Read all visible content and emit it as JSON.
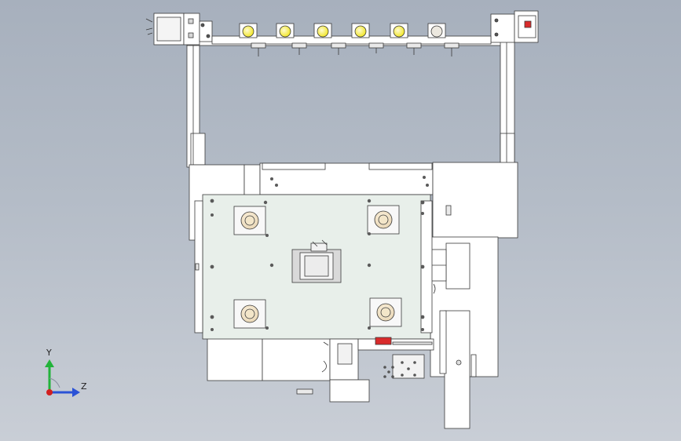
{
  "triad": {
    "y_label": "Y",
    "z_label": "Z"
  },
  "colors": {
    "background_top": "#a7b0bd",
    "background_bottom": "#c9ced6",
    "part_fill": "#ffffff",
    "plate_fill": "#e8efea",
    "outline": "#3a3a3a",
    "indicator_lamp_on": "#f6ef3a",
    "indicator_lamp_off": "#ece8df",
    "warning_block": "#d92b2b",
    "axis_y": "#22b33a",
    "axis_z": "#2a52d6",
    "axis_origin": "#d21f1f"
  },
  "indicator_lamps": [
    {
      "state": "on"
    },
    {
      "state": "on"
    },
    {
      "state": "on"
    },
    {
      "state": "on"
    },
    {
      "state": "on"
    },
    {
      "state": "off"
    }
  ]
}
